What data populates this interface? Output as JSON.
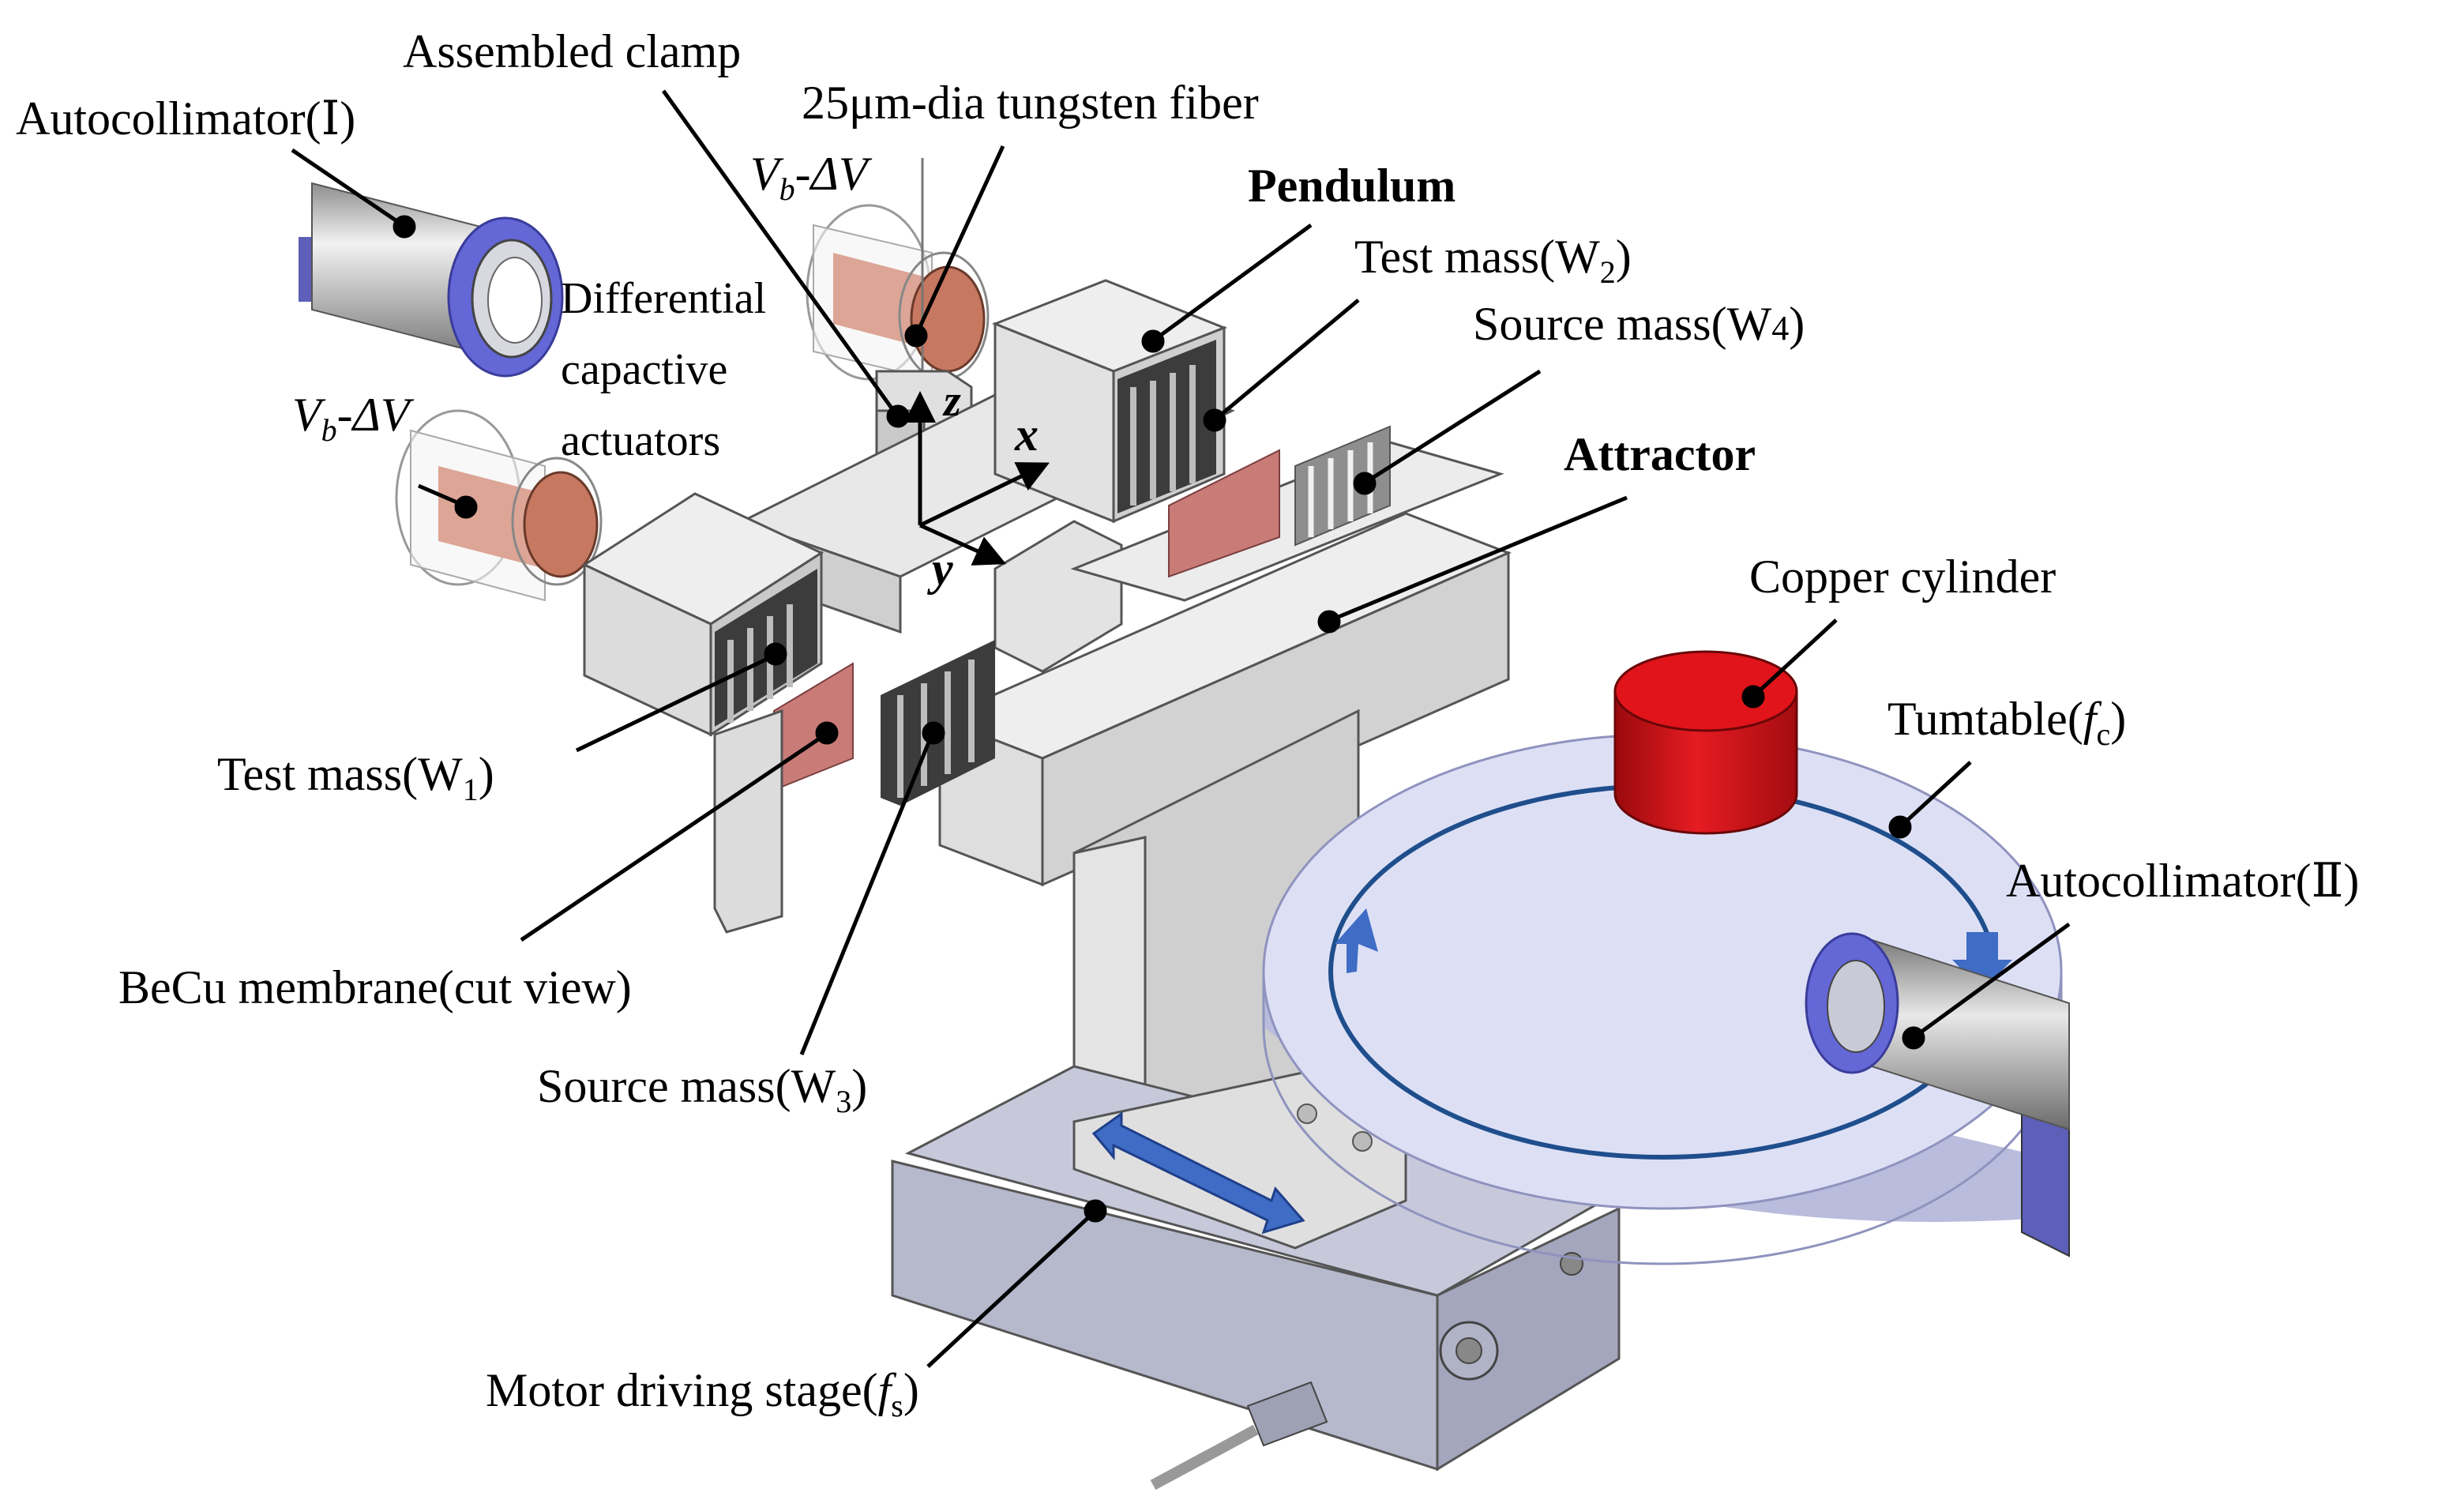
{
  "labels": {
    "autocollimator_1": "Autocollimator(Ⅰ)",
    "assembled_clamp": "Assembled clamp",
    "fiber": "25μm-dia tungsten fiber",
    "vb_top": "Vb-ΔV",
    "vb_left": "Vb-ΔV",
    "diff_cap_1": "Differential",
    "diff_cap_2": "capactive",
    "diff_cap_3": "actuators",
    "pendulum": "Pendulum",
    "test_mass_w2": "Test mass(W2)",
    "source_mass_w4": "Source mass(W4)",
    "attractor": "Attractor",
    "copper_cylinder": "Copper cylinder",
    "turntable": "Tumtable(fc)",
    "autocollimator_2": "Autocollimator(Ⅱ)",
    "test_mass_w1": "Test mass(W1)",
    "becu": "BeCu membrane(cut view)",
    "source_mass_w3": "Source mass(W3)",
    "motor": "Motor driving stage(fs)",
    "axis_x": "x",
    "axis_y": "y",
    "axis_z": "z"
  },
  "colors": {
    "metal_light": "#e6e6e6",
    "metal_mid": "#cfcfcf",
    "metal_dark": "#9a9a9a",
    "comb_dark": "#3c3c3c",
    "membrane": "#c97b78",
    "copper_electrode": "#c77860",
    "copper_cylinder": "#cc1418",
    "turntable": "#dde0f5",
    "turntable_edge": "#b9bcdc",
    "stage_metal": "#b6b8cc",
    "collimator_ring": "#6467d6",
    "arrow_blue": "#3f6cc4",
    "rotation_ring": "#1f4e8c"
  }
}
